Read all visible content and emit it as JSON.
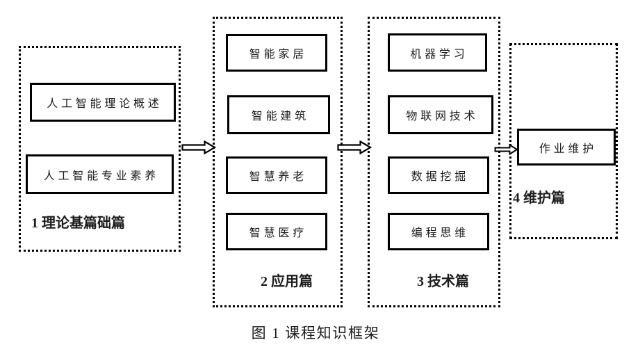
{
  "diagram": {
    "caption": "图 1 课程知识框架",
    "columns": [
      {
        "label": "1 理论基篇础篇",
        "boxes": [
          "人工智能理论概述",
          "人工智能专业素养"
        ]
      },
      {
        "label": "2 应用篇",
        "boxes": [
          "智能家居",
          "智能建筑",
          "智慧养老",
          "智慧医疗"
        ]
      },
      {
        "label": "3 技术篇",
        "boxes": [
          "机器学习",
          "物联网技术",
          "数据挖掘",
          "编程思维"
        ]
      },
      {
        "label": "4 维护篇",
        "boxes": [
          "作业维护"
        ]
      }
    ],
    "colors": {
      "line": "#000000",
      "text": "#1c1c1c",
      "background": "#ffffff"
    }
  }
}
